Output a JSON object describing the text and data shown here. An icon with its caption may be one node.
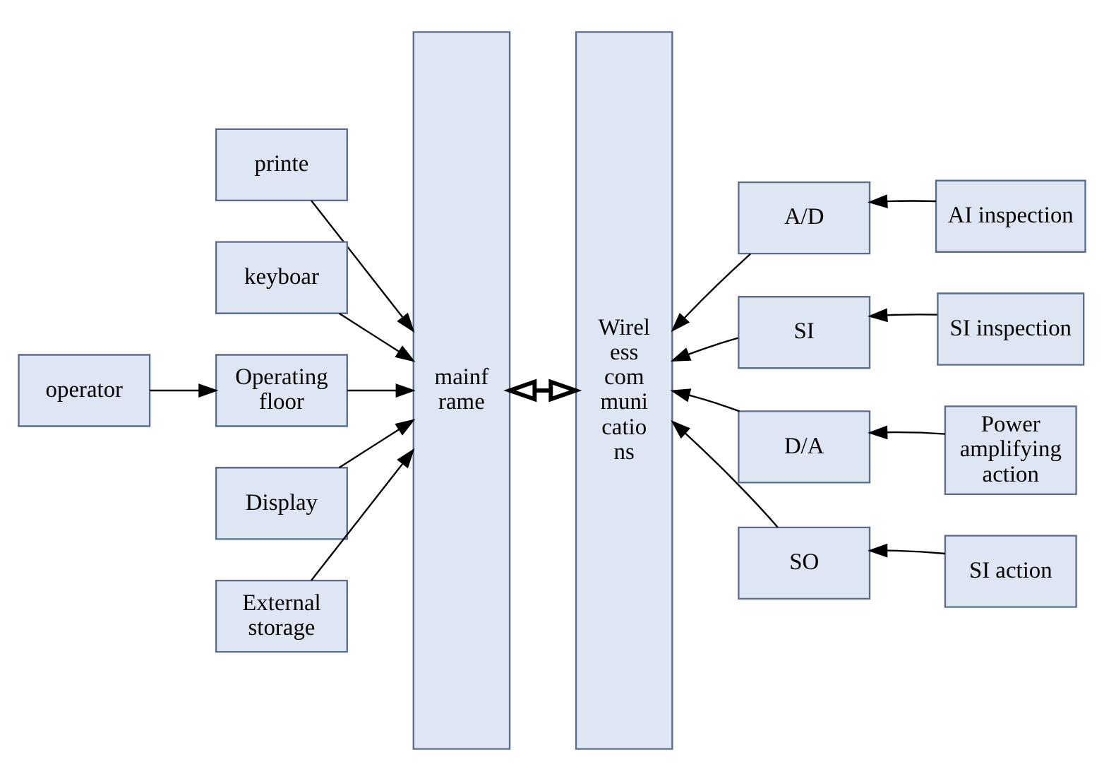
{
  "diagram": {
    "nodes": [
      {
        "text": [
          "printe"
        ]
      },
      {
        "text": [
          "keyboar"
        ]
      },
      {
        "text": [
          "operator"
        ]
      },
      {
        "text": [
          "Operating floor"
        ]
      },
      {
        "text": [
          "Display"
        ]
      },
      {
        "text": [
          "External storage"
        ]
      },
      {
        "text": [
          "mainf rame"
        ]
      },
      {
        "text": [
          "Wirel ess com muni catio ns"
        ]
      },
      {
        "text": [
          "A/D"
        ]
      },
      {
        "text": [
          "AI inspection"
        ]
      },
      {
        "text": [
          "SI"
        ]
      },
      {
        "text": [
          "SI inspection"
        ]
      },
      {
        "text": [
          "D/A"
        ]
      },
      {
        "text": [
          "Power amplifying action"
        ]
      },
      {
        "text": [
          "SO"
        ]
      },
      {
        "text": [
          "SI action"
        ]
      }
    ],
    "edges": [
      {
        "from": 0,
        "to": 6,
        "arrow": "to"
      },
      {
        "from": 1,
        "to": 6,
        "arrow": "to"
      },
      {
        "from": 2,
        "to": 3,
        "arrow": "to"
      },
      {
        "from": 3,
        "to": 6,
        "arrow": "to"
      },
      {
        "from": 4,
        "to": 6,
        "arrow": "to"
      },
      {
        "from": 5,
        "to": 6,
        "arrow": "to"
      },
      {
        "from": 6,
        "to": 7,
        "arrow": "both",
        "style": "thick"
      },
      {
        "from": 9,
        "to": 8,
        "arrow": "to"
      },
      {
        "from": 8,
        "to": 7,
        "arrow": "to"
      },
      {
        "from": 11,
        "to": 10,
        "arrow": "to"
      },
      {
        "from": 10,
        "to": 7,
        "arrow": "to"
      },
      {
        "from": 13,
        "to": 12,
        "arrow": "to"
      },
      {
        "from": 12,
        "to": 7,
        "arrow": "to"
      },
      {
        "from": 15,
        "to": 14,
        "arrow": "to"
      },
      {
        "from": 14,
        "to": 7,
        "arrow": "to"
      }
    ]
  }
}
